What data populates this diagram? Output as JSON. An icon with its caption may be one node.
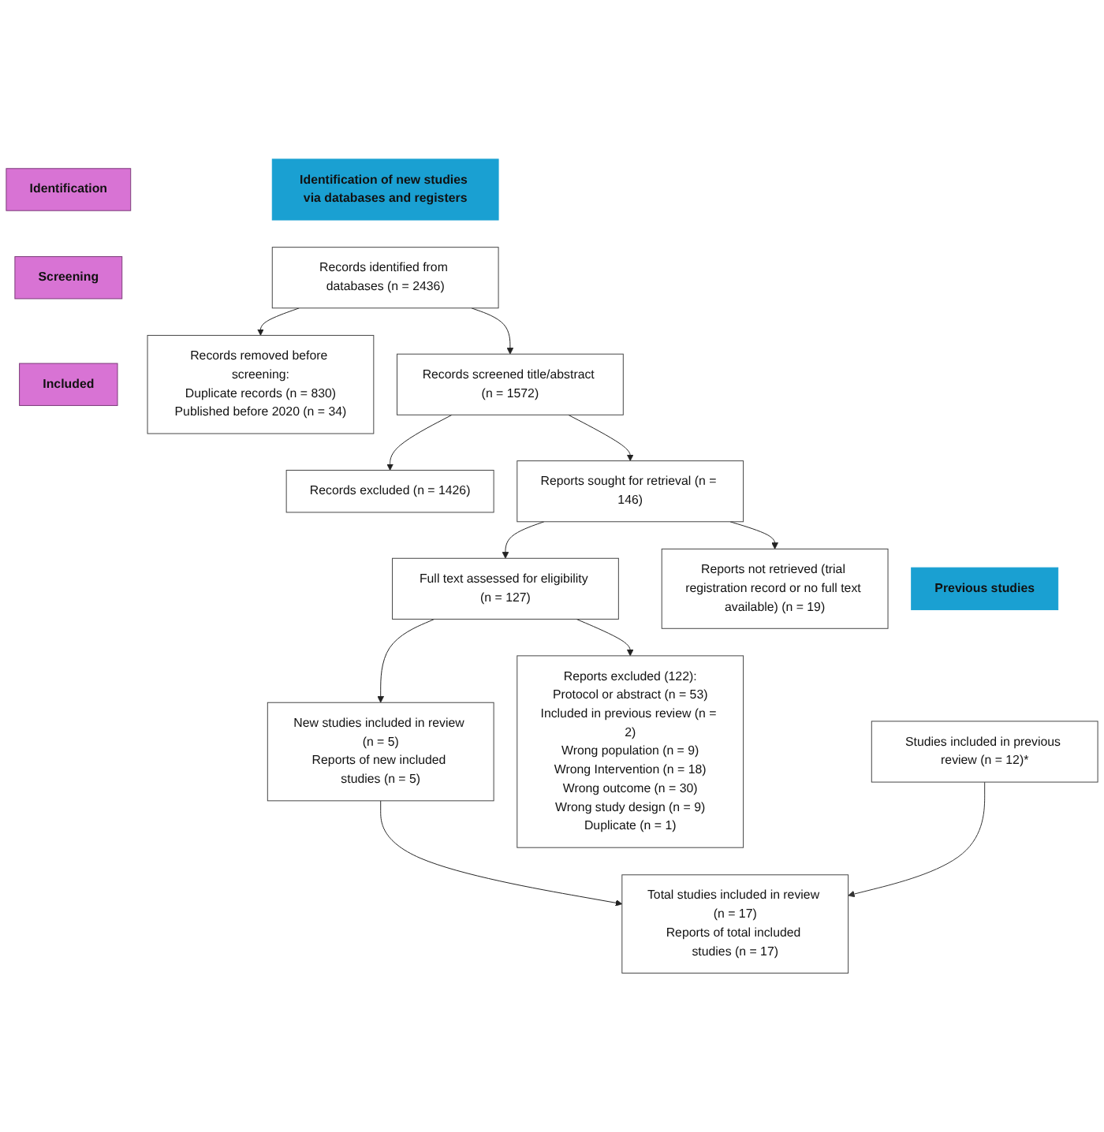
{
  "diagram": {
    "nodes": [
      {
        "text": [
          "Previous studies"
        ]
      },
      {
        "text": [
          "Identification of new studies via databases and registers"
        ]
      },
      {
        "text": [
          "Identification"
        ]
      },
      {
        "text": [
          "Screening"
        ]
      },
      {
        "text": [
          "Included"
        ]
      },
      {
        "text": [
          "Studies included in previous review (n = 12)*"
        ]
      },
      {
        "text": [
          "Records identified from databases (n = 2436)"
        ]
      },
      {
        "text": [
          "Records removed before screening:",
          "Duplicate records (n = 830)",
          "Published before 2020 (n = 34)"
        ]
      },
      {
        "text": [
          "Records screened title/abstract (n = 1572)"
        ]
      },
      {
        "text": [
          "Records excluded (n = 1426)"
        ]
      },
      {
        "text": [
          "Reports sought for retrieval (n = 146)"
        ]
      },
      {
        "text": [
          "Reports not retrieved (trial registration record or no full text available) (n = 19)"
        ]
      },
      {
        "text": [
          "Full text assessed for eligibility (n = 127)"
        ]
      },
      {
        "text": [
          "Reports excluded (122):",
          "Protocol or abstract (n = 53)",
          "Included in previous review (n = 2)",
          "Wrong population (n = 9)",
          "Wrong Intervention (n = 18)",
          "Wrong outcome (n = 30)",
          "Wrong study design (n = 9)",
          "Duplicate (n = 1)"
        ]
      },
      {
        "text": [
          "New studies included in review (n = 5)",
          "Reports of new included studies (n = 5)"
        ]
      },
      {
        "text": [
          "Total studies included in review (n = 17)",
          "Reports of total included studies (n = 17)"
        ]
      }
    ],
    "edges": [
      {
        "from": 6,
        "to": 7,
        "arrow": "to"
      },
      {
        "from": 6,
        "to": 8,
        "arrow": "to"
      },
      {
        "from": 8,
        "to": 9,
        "arrow": "to"
      },
      {
        "from": 8,
        "to": 10,
        "arrow": "to"
      },
      {
        "from": 10,
        "to": 11,
        "arrow": "to"
      },
      {
        "from": 10,
        "to": 12,
        "arrow": "to"
      },
      {
        "from": 12,
        "to": 13,
        "arrow": "to"
      },
      {
        "from": 12,
        "to": 14,
        "arrow": "to"
      },
      {
        "from": 14,
        "to": 15,
        "arrow": "to"
      },
      {
        "from": 5,
        "to": 15,
        "arrow": "to"
      }
    ]
  }
}
